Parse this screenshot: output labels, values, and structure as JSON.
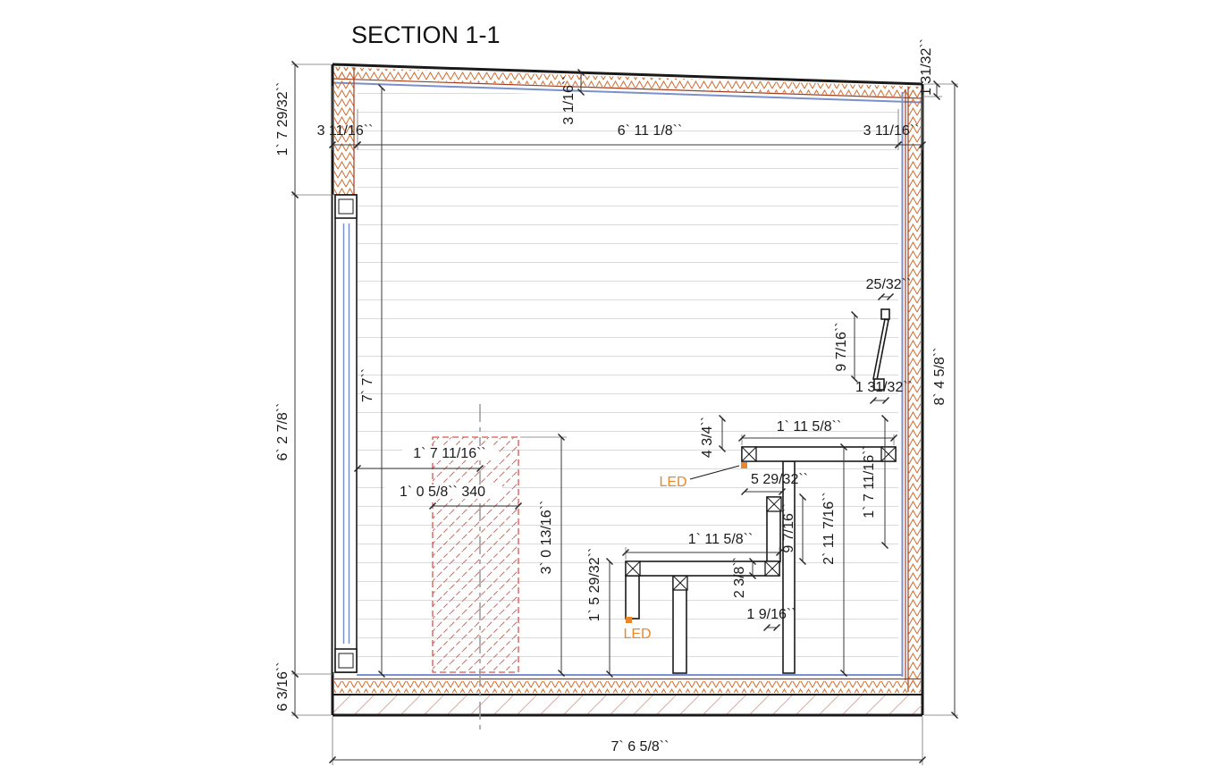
{
  "title": "SECTION 1-1",
  "led_label": "LED",
  "colors": {
    "outline": "#1a1a1a",
    "insulation_zigzag": "#cf6a2e",
    "membrane_blue": "#7b90c9",
    "wall_layer_red": "#a33d1f",
    "heater_hatch_red": "#e06060",
    "floor_hatch_pink": "#dfa8a8",
    "led_orange": "#e8872e",
    "centerline_gray": "#9a9a9a"
  },
  "dims": {
    "top_wall_left": "3 11/16``",
    "top_interior": "6` 11 1/8``",
    "top_wall_right": "3 11/16``",
    "roof_drop": "3 1/16``",
    "roof_edge_right": "1 31/32``",
    "left_top": "1` 7 29/32``",
    "left_mid": "6` 2 7/8``",
    "left_bottom": "6 3/16``",
    "right_total": "8` 4 5/8``",
    "interior_height": "7` 7``",
    "vent_top_offset": "25/32``",
    "vent_height": "9 7/16``",
    "vent_bottom_offset": "1 31/32``",
    "vent_to_bench": "1` 7 11/16``",
    "heater_center_offset": "1` 7 11/16``",
    "heater_width": "1` 0 5/8`` 340",
    "heater_height": "3` 0 13/16``",
    "upper_bench_width": "1` 11 5/8``",
    "upper_bench_rise": "4 3/4``",
    "led_offset": "5 29/32``",
    "bench_step_height": "9 7/16``",
    "upper_bench_height": "2` 11 7/16``",
    "lower_bench_width": "1` 11 5/8``",
    "lower_bench_height": "1` 5 29/32``",
    "bench_thickness": "2 3/8``",
    "leg_offset": "1 9/16``",
    "bottom_total": "7` 6 5/8``"
  }
}
